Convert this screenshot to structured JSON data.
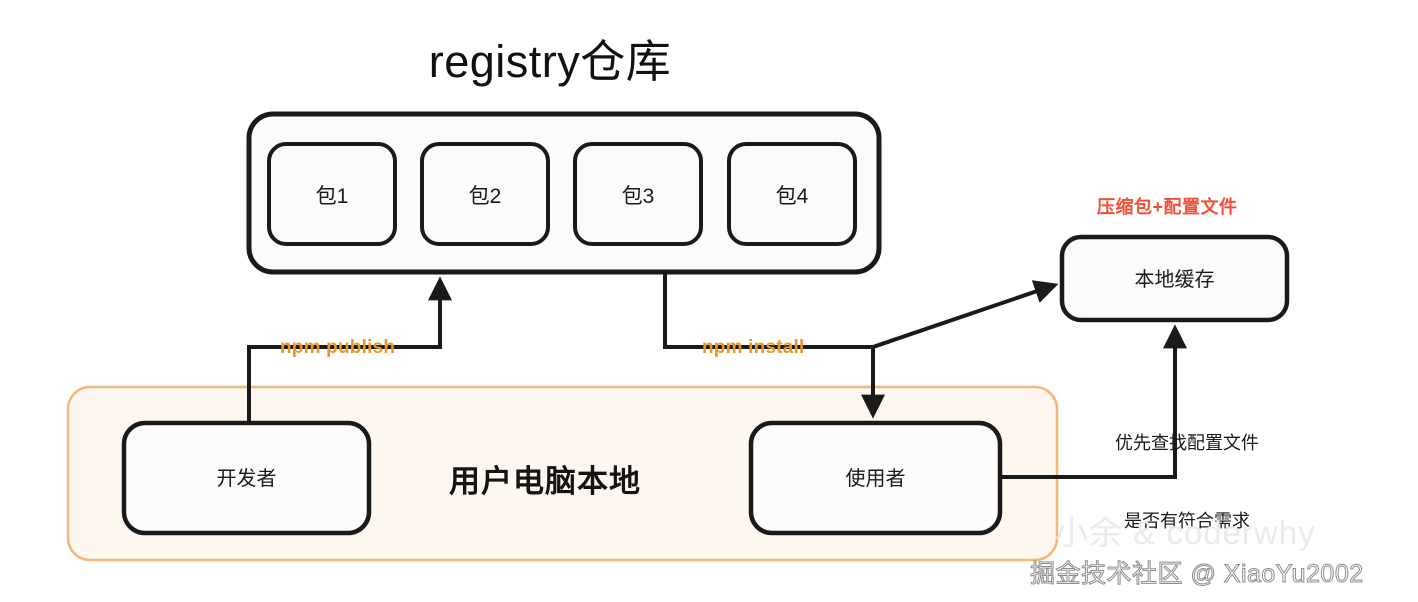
{
  "title": "registry仓库",
  "colors": {
    "stroke": "#1a1a1a",
    "accent_orange": "#e8982a",
    "panel_border": "#f3b878",
    "panel_fill": "#fdf7ef",
    "red": "#f2503a",
    "box_fill": "#fbfbfb",
    "watermark_gray": "#eceaea"
  },
  "registry": {
    "packages": [
      {
        "label": "包1"
      },
      {
        "label": "包2"
      },
      {
        "label": "包3"
      },
      {
        "label": "包4"
      }
    ]
  },
  "edges": {
    "publish": "npm publish",
    "install": "npm install"
  },
  "cache": {
    "note": "压缩包+配置文件",
    "label": "本地缓存",
    "flow_note_line1": "优先查找配置文件",
    "flow_note_line2": "是否有符合需求"
  },
  "local_panel": {
    "title": "用户电脑本地",
    "developer": "开发者",
    "consumer": "使用者"
  },
  "watermark": {
    "brand": "小余 & coderwhy",
    "credit": "掘金技术社区 @ XiaoYu2002"
  }
}
